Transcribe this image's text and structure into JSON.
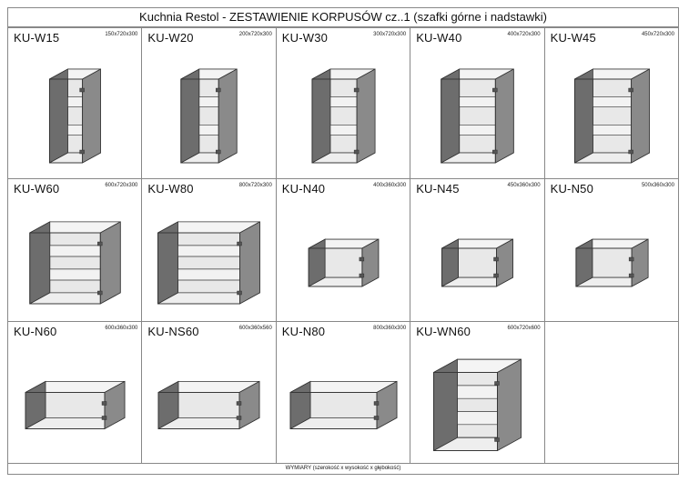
{
  "title": "Kuchnia Restol - ZESTAWIENIE KORPUSÓW cz..1 (szafki górne i nadstawki)",
  "footer": "WYMIARY (szerokość x wysokość x głębokość)",
  "cells": [
    {
      "code": "KU-W15",
      "dim": "150x720x300",
      "kind": "tall",
      "w": 0.35
    },
    {
      "code": "KU-W20",
      "dim": "200x720x300",
      "kind": "tall",
      "w": 0.45
    },
    {
      "code": "KU-W30",
      "dim": "300x720x300",
      "kind": "tall",
      "w": 0.6
    },
    {
      "code": "KU-W40",
      "dim": "400x720x300",
      "kind": "tall",
      "w": 0.8
    },
    {
      "code": "KU-W45",
      "dim": "450x720x300",
      "kind": "tall",
      "w": 0.85
    },
    {
      "code": "KU-W60",
      "dim": "600x720x300",
      "kind": "mid",
      "w": 0.75
    },
    {
      "code": "KU-W80",
      "dim": "800x720x300",
      "kind": "mid",
      "w": 1.0
    },
    {
      "code": "KU-N40",
      "dim": "400x360x300",
      "kind": "short",
      "w": 0.55
    },
    {
      "code": "KU-N45",
      "dim": "450x360x300",
      "kind": "short",
      "w": 0.6
    },
    {
      "code": "KU-N50",
      "dim": "500x360x300",
      "kind": "short",
      "w": 0.65
    },
    {
      "code": "KU-N60",
      "dim": "600x360x300",
      "kind": "wide",
      "w": 0.8
    },
    {
      "code": "KU-NS60",
      "dim": "600x360x560",
      "kind": "wide",
      "w": 0.85
    },
    {
      "code": "KU-N80",
      "dim": "800x360x300",
      "kind": "wide",
      "w": 1.0
    },
    {
      "code": "KU-WN60",
      "dim": "600x720x600",
      "kind": "corner",
      "w": 0.9
    },
    {
      "code": "",
      "dim": "",
      "kind": "empty",
      "w": 0
    }
  ]
}
